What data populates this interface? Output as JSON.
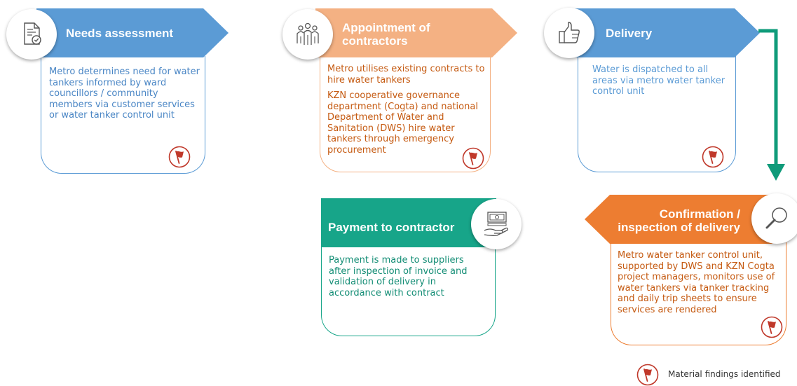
{
  "colors": {
    "needs": "#5b9bd5",
    "appointment": "#f4b183",
    "appointment_text": "#c55a11",
    "delivery": "#5b9bd5",
    "delivery_text": "#5b9bd5",
    "payment": "#17a589",
    "payment_text": "#138d75",
    "confirmation": "#ed7d31",
    "confirmation_text": "#c55a11",
    "connector": "#0f9b7a",
    "flag": "#c0392b"
  },
  "steps": {
    "needs": {
      "title": "Needs assessment",
      "icon": "document-check-icon",
      "text": "Metro determines need for water tankers informed by ward councillors / community members via customer services or water tanker control unit"
    },
    "appointment": {
      "title": "Appointment of contractors",
      "icon": "people-group-icon",
      "text1": "Metro utilises existing contracts to hire water tankers",
      "text2": "KZN cooperative governance department (Cogta) and national Department of Water and Sanitation (DWS) hire water tankers through emergency procurement"
    },
    "delivery": {
      "title": "Delivery",
      "icon": "thumbs-up-icon",
      "text": "Water is dispatched to all areas via metro water tanker control unit"
    },
    "payment": {
      "title": "Payment to contractor",
      "icon": "cash-hand-icon",
      "text": "Payment is made to suppliers after inspection of invoice and validation of delivery in accordance with contract"
    },
    "confirmation": {
      "title": "Confirmation / inspection of delivery",
      "icon": "magnifier-icon",
      "text": "Metro water tanker control unit, supported by DWS and KZN Cogta project managers, monitors use of water tankers via tanker tracking and daily trip sheets to ensure services are rendered"
    }
  },
  "legend": {
    "label": "Material findings identified",
    "icon": "red-flag-icon"
  }
}
